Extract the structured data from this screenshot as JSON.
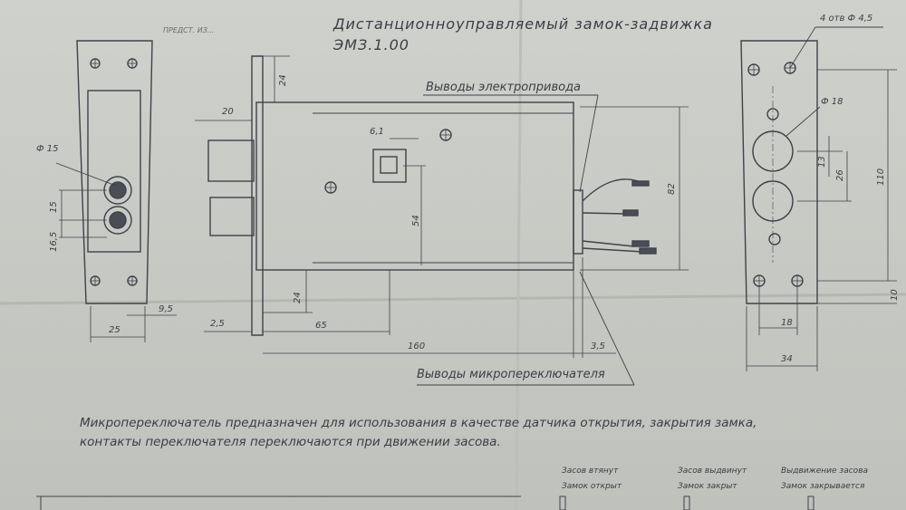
{
  "drawing": {
    "title": "Дистанционноуправляемый замок-задвижка",
    "code": "ЭМЗ.1.00",
    "label_electric_leads": "Выводы электропривода",
    "label_microswitch_leads": "Выводы микропереключателя",
    "note_line1": "Микропереключатель предназначен для использования в качестве датчика открытия, закрытия замка,",
    "note_line2": "контакты переключателя переключаются при движении засова."
  },
  "dimensions": {
    "left_view": {
      "phi15": "Ф 15",
      "d15": "15",
      "d16_5": "16,5",
      "d25": "25",
      "d9_5": "9,5"
    },
    "side_view": {
      "d24_top": "24",
      "d20": "20",
      "d6_1": "6,1",
      "d54": "54",
      "d82": "82",
      "d24_bottom": "24",
      "d2_5": "2,5",
      "d65": "65",
      "d160": "160",
      "d3_5": "3,5"
    },
    "right_view": {
      "holes": "4 отв Ф 4,5",
      "phi18": "Ф 18",
      "d13": "13",
      "d26": "26",
      "d110": "110",
      "d18": "18",
      "d34": "34",
      "d10": "10"
    }
  },
  "table": {
    "col1_row1": "Засов втянут",
    "col1_row2": "Замок открыт",
    "col2_row1": "Засов выдвинут",
    "col2_row2": "Замок закрыт",
    "col3_row1": "Выдвижение засова",
    "col3_row2": "Замок закрывается"
  },
  "stamp": {
    "text": "ПРЕДСТ. ИЗ..."
  }
}
